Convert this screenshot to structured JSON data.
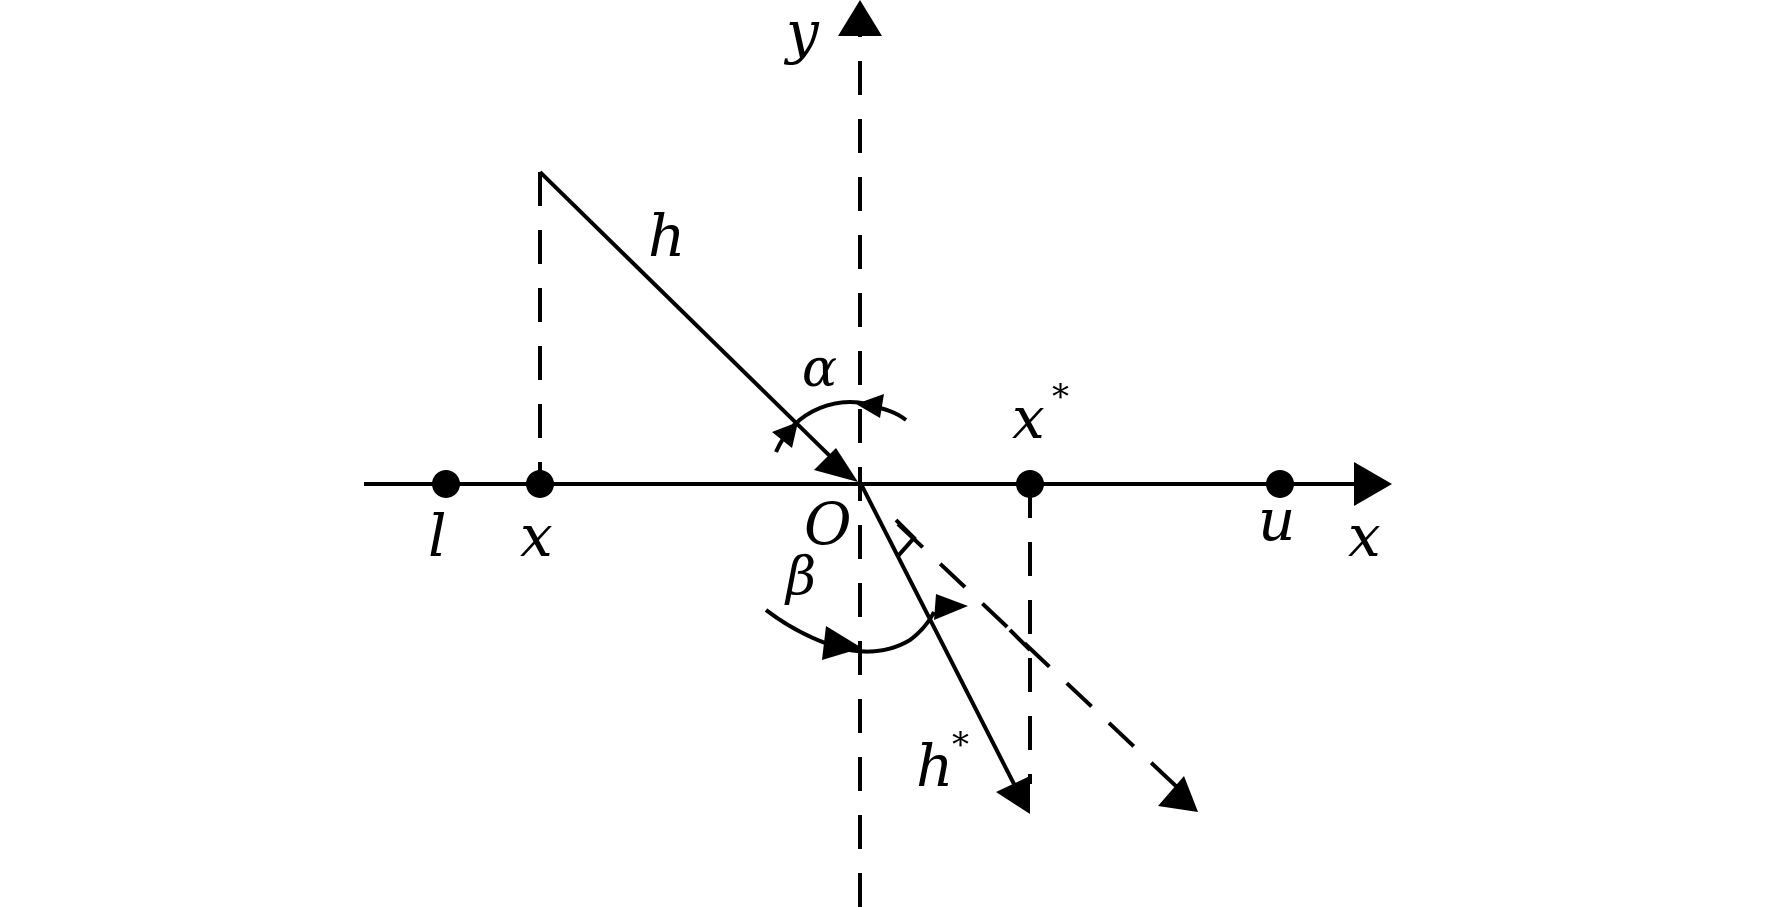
{
  "labels": {
    "y_axis": "y",
    "x_axis": "x",
    "origin": "O",
    "point_l": "l",
    "point_x": "x",
    "point_u": "u",
    "point_x_star": "x",
    "vector_h": "h",
    "vector_h_star": "h",
    "angle_alpha": "α",
    "angle_beta": "β",
    "star": "*"
  },
  "colors": {
    "ink": "#000000",
    "background": "#ffffff"
  }
}
